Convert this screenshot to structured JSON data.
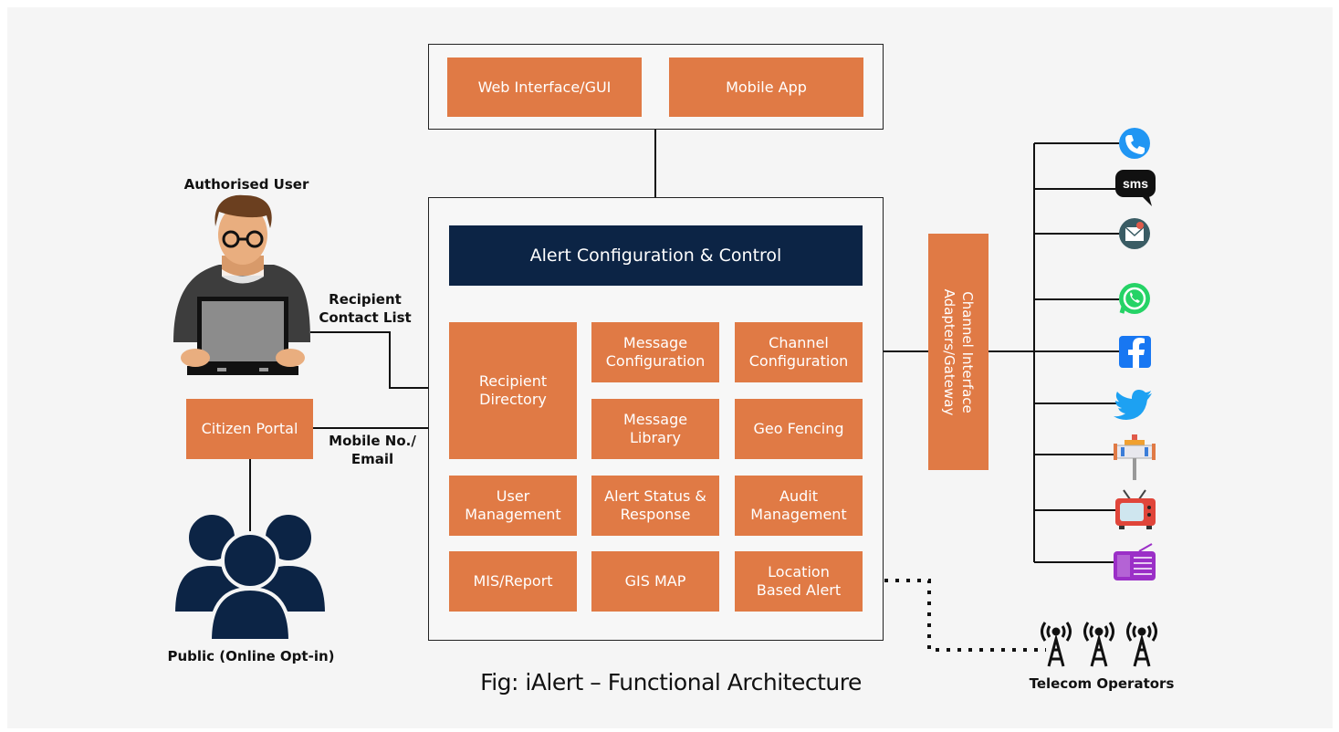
{
  "top_panel": {
    "web_interface": "Web Interface/GUI",
    "mobile_app": "Mobile App"
  },
  "core": {
    "header": "Alert Configuration & Control",
    "modules": {
      "recipient_directory": "Recipient\nDirectory",
      "message_configuration": "Message\nConfiguration",
      "channel_configuration": "Channel\nConfiguration",
      "message_library": "Message\nLibrary",
      "geo_fencing": "Geo Fencing",
      "user_management": "User\nManagement",
      "alert_status_response": "Alert Status &\nResponse",
      "audit_management": "Audit\nManagement",
      "mis_report": "MIS/Report",
      "gis_map": "GIS MAP",
      "location_based_alert": "Location\nBased Alert"
    }
  },
  "gateway": "Channel Interface\nAdapters/Gateway",
  "left": {
    "authorised_user": "Authorised User",
    "recipient_contact_list": "Recipient\nContact List",
    "citizen_portal": "Citizen Portal",
    "mobile_email": "Mobile No./\nEmail",
    "public": "Public (Online Opt-in)"
  },
  "channels": {
    "icons": [
      "phone-icon",
      "sms-icon",
      "email-icon",
      "whatsapp-icon",
      "facebook-icon",
      "twitter-icon",
      "siren-icon",
      "tv-icon",
      "radio-icon"
    ],
    "sms_text": "sms"
  },
  "telecom_operators": "Telecom Operators",
  "caption": "Fig: iAlert – Functional Architecture",
  "colors": {
    "module": "#e07a45",
    "header": "#0c2445",
    "public": "#0c2445",
    "phone": "#2196f3",
    "whatsapp": "#25d366",
    "facebook": "#1877f2",
    "twitter": "#1da1f2"
  }
}
